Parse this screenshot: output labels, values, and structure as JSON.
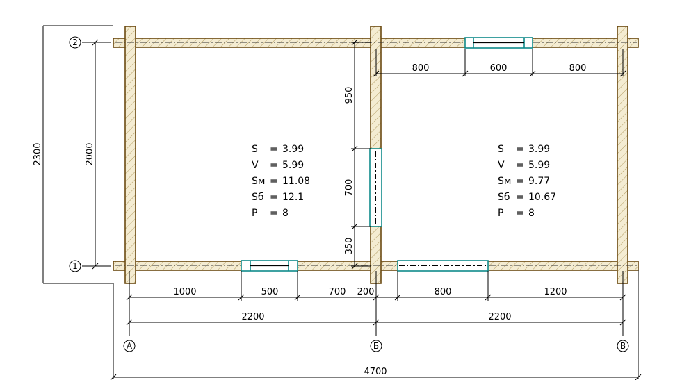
{
  "colors": {
    "wall_fill": "#f4ecd2",
    "wall_stroke": "#6b4a12",
    "hatch": "#b09a60",
    "window": "#0f8a8a",
    "line": "#000000"
  },
  "axes": {
    "row_1": "1",
    "row_2": "2",
    "col_a": "А",
    "col_b": "Б",
    "col_v": "В"
  },
  "dims": {
    "total_height": "2300",
    "inner_height": "2000",
    "right_top_left": "800",
    "right_top_window": "600",
    "right_top_right": "800",
    "mid_top": "950",
    "mid_window": "700",
    "mid_bottom": "350",
    "bot_1": "1000",
    "bot_window": "500",
    "bot_2": "700",
    "bot_3": "200",
    "bot_window_right": "800",
    "bot_4": "1200",
    "half_left": "2200",
    "half_right": "2200",
    "total_width": "4700"
  },
  "room_left": {
    "s_label": "S",
    "s_value": "3.99",
    "v_label": "V",
    "v_value": "5.99",
    "sm_label": "Sм",
    "sm_value": "11.08",
    "sb_label": "Sб",
    "sb_value": "12.1",
    "p_label": "P",
    "p_value": "8"
  },
  "room_right": {
    "s_label": "S",
    "s_value": "3.99",
    "v_label": "V",
    "v_value": "5.99",
    "sm_label": "Sм",
    "sm_value": "9.77",
    "sb_label": "Sб",
    "sb_value": "10.67",
    "p_label": "P",
    "p_value": "8"
  }
}
